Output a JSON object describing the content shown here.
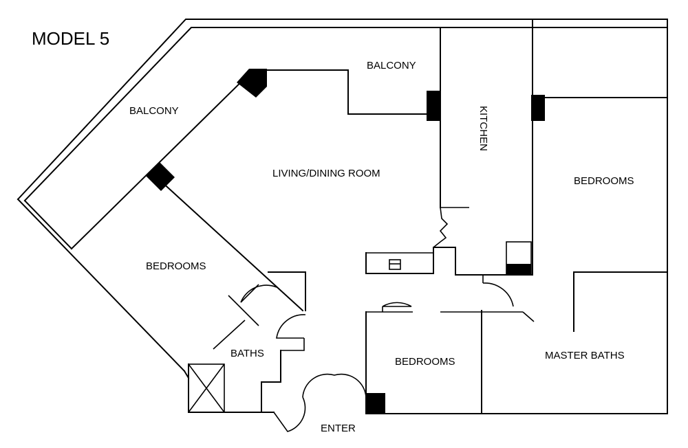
{
  "title": "MODEL 5",
  "rooms": {
    "balcony_left": "BALCONY",
    "balcony_top": "BALCONY",
    "kitchen": "KITCHEN",
    "living_dining": "LIVING/DINING ROOM",
    "bedrooms_right": "BEDROOMS",
    "bedrooms_left": "BEDROOMS",
    "baths": "BATHS",
    "bedrooms_center": "BEDROOMS",
    "master_baths": "MASTER BATHS",
    "enter": "ENTER"
  }
}
